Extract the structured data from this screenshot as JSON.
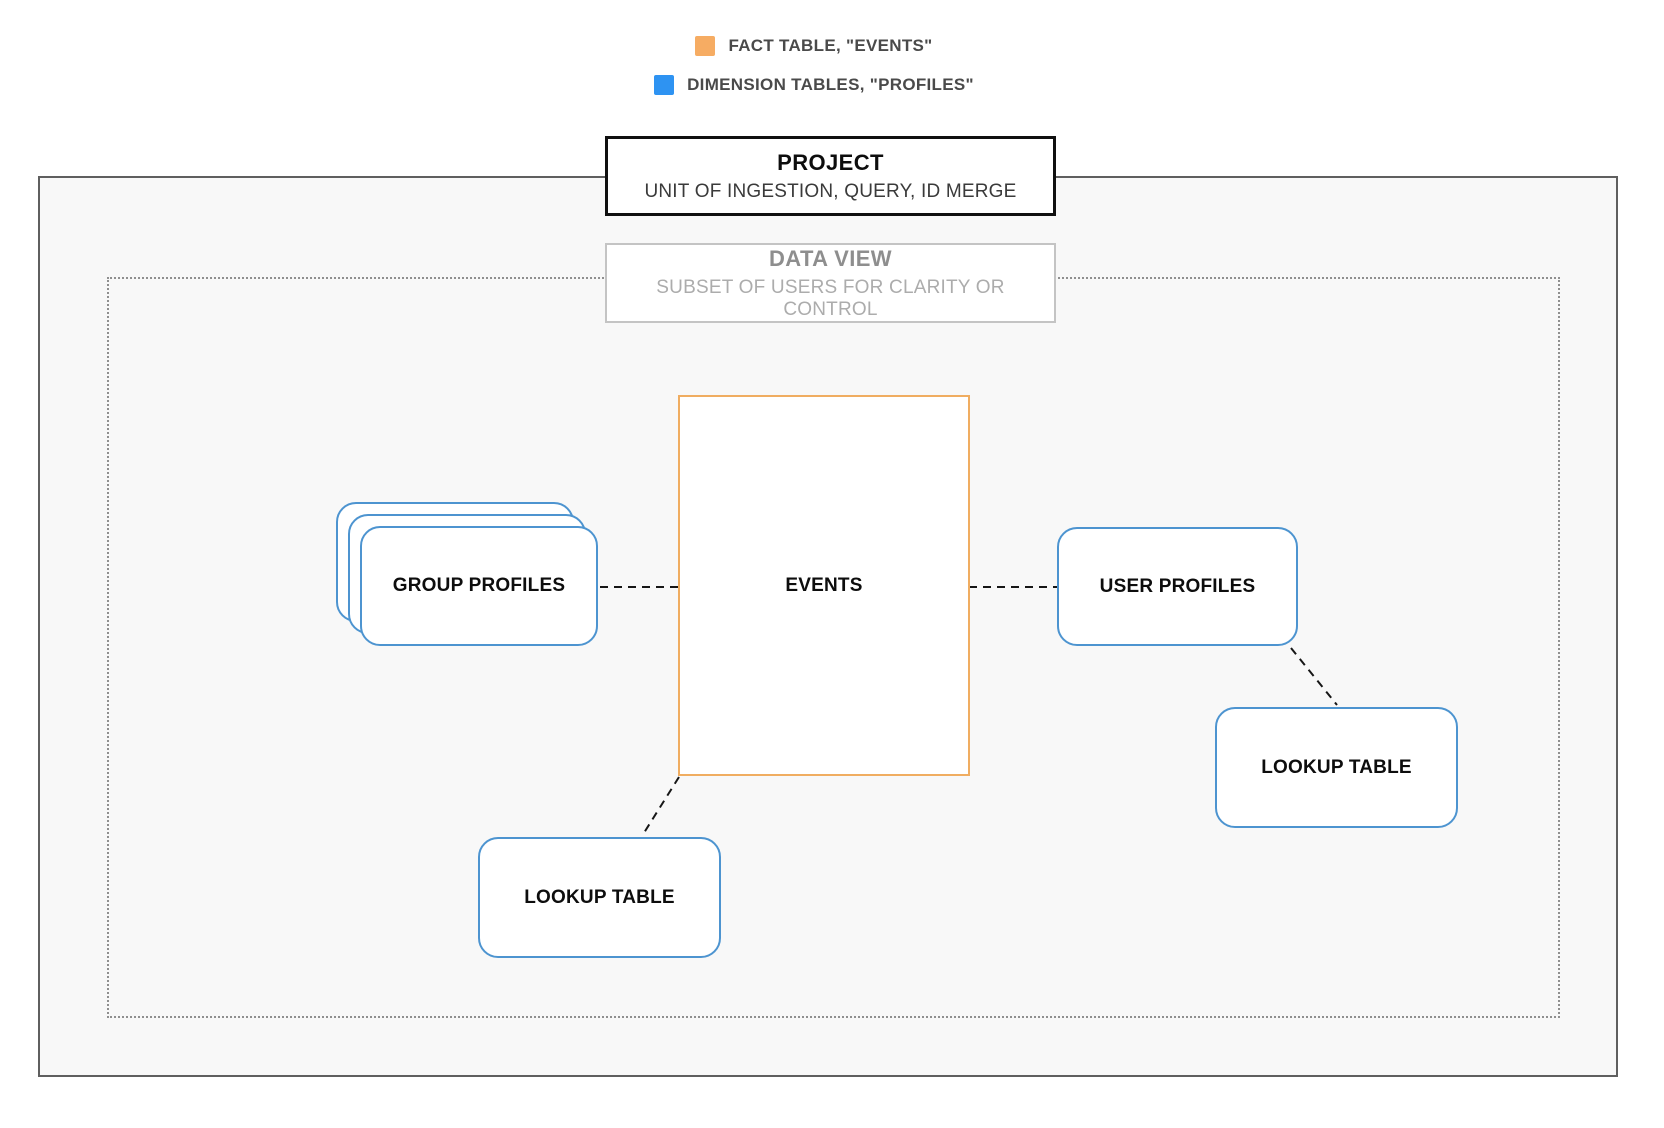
{
  "legend": {
    "items": [
      {
        "label": "FACT TABLE, \"EVENTS\"",
        "color": "#F6AC63"
      },
      {
        "label": "DIMENSION TABLES, \"PROFILES\"",
        "color": "#2E93F2"
      }
    ]
  },
  "project_box": {
    "title": "PROJECT",
    "subtitle": "UNIT OF INGESTION, QUERY, ID MERGE"
  },
  "data_view_box": {
    "title": "DATA VIEW",
    "subtitle": "SUBSET OF USERS FOR CLARITY OR CONTROL"
  },
  "nodes": {
    "events": {
      "label": "EVENTS",
      "type": "fact"
    },
    "group_profiles": {
      "label": "GROUP PROFILES",
      "type": "dimension"
    },
    "user_profiles": {
      "label": "USER PROFILES",
      "type": "dimension"
    },
    "lookup_table_bottom": {
      "label": "LOOKUP TABLE",
      "type": "dimension"
    },
    "lookup_table_right": {
      "label": "LOOKUP TABLE",
      "type": "dimension"
    }
  },
  "colors": {
    "fact_accent": "#F6AC63",
    "dimension_accent": "#2E93F2",
    "fact_border": "#F0AD61",
    "dimension_border": "#4D94D0"
  }
}
